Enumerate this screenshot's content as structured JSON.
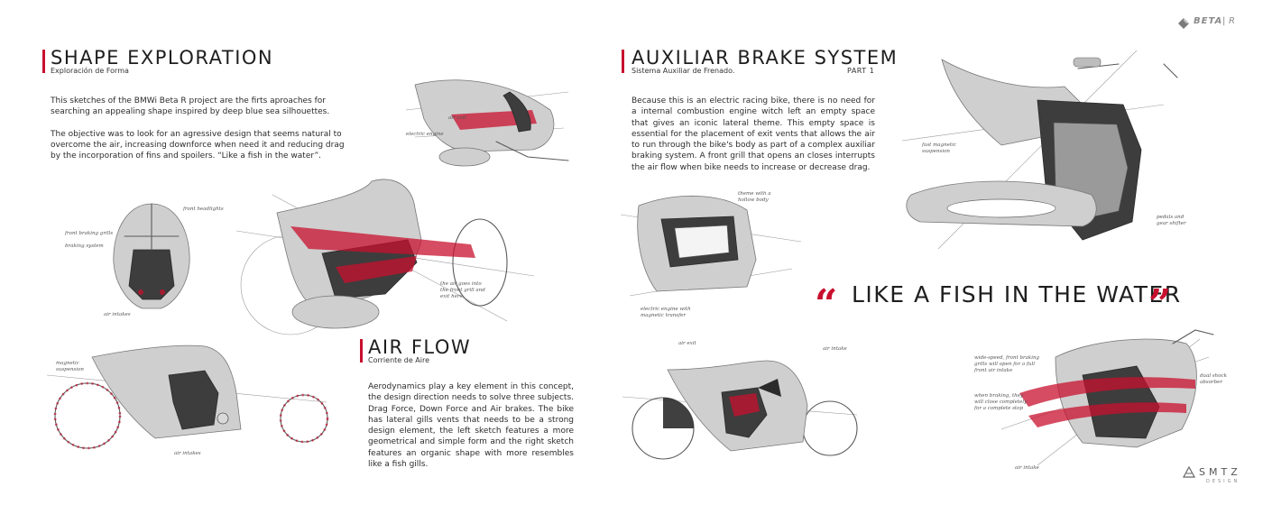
{
  "brand": {
    "logo_text": "BETA",
    "logo_suffix": "R"
  },
  "shape": {
    "title": "SHAPE EXPLORATION",
    "subtitle": "Exploración de Forma",
    "paragraphs": [
      "This sketches of the BMWi  Beta R project are the firts aproaches for searching an appealing shape inspired by deep blue sea silhouettes.",
      "The objective was to look for an agressive design that seems natural to overcome the air, increasing downforce when need it and reducing drag by the incorporation of fins and spoilers.  “Like a fish in the water”."
    ]
  },
  "airflow": {
    "title": "AIR FLOW",
    "subtitle": "Corriente de Aire",
    "text": "Aerodynamics play a key element in this concept, the design direction needs to solve three subjects. Drag Force, Down Force and Air brakes. The bike has lateral gills vents that needs to be a strong design element, the left sketch features a more geometrical and simple form and the right sketch features an organic shape with more resembles like a fish gills."
  },
  "brake": {
    "title": "AUXILIAR BRAKE SYSTEM",
    "subtitle": "Sistema Auxiliar de Frenado.",
    "part": "PART 1",
    "text": "Because this is an electric racing bike, there is no need for a internal combustion engine witch left an empty space that gives an iconic lateral theme. This empty space is essential for the placement of exit vents that allows the air to run through the bike's body as part of a complex auxiliar braking system. A front grill that opens an closes interrupts the air flow when bike needs to increase or decrease drag."
  },
  "quote": {
    "open": "“",
    "text": "LIKE A FISH IN THE WATER",
    "close": "”"
  },
  "footer_logo": {
    "name": "SMTZ",
    "tag": "DESIGN"
  },
  "annotations": {
    "n1": "air exit",
    "n2": "electric engine",
    "n3": "front headlights",
    "n4": "front braking grills",
    "n5": "braking system",
    "n6": "air intakes",
    "n7": "the air goes into the front grill and exit here",
    "n8": "magnetic suspension",
    "n9": "air intakes",
    "n10": "theme with a hollow body",
    "n11": "electric engine with magnetic transfer",
    "n12": "fast magnetic suspension",
    "n13": "pedals and gear shifter",
    "n14": "air exit",
    "n15": "air intake",
    "n16": "wide-speed, front braking grills will open for a full front air intake",
    "n17": "when braking, they will close completely for a complete stop",
    "n18": "dual shock absorber",
    "n19": "air intake"
  },
  "colors": {
    "accent": "#c8102e",
    "text": "#1e1e1e"
  }
}
